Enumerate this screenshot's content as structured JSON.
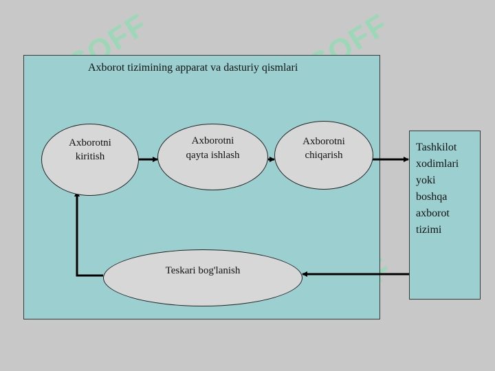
{
  "system": {
    "title": "Axborot tizimining apparat va dasturiy qismlari"
  },
  "nodes": {
    "input": {
      "line1": "Axborotni",
      "line2": "kiritish"
    },
    "processing": {
      "line1": "Axborotni",
      "line2": "qayta ishlash"
    },
    "output": {
      "line1": "Axborotni",
      "line2": "chiqarish"
    },
    "feedback": {
      "label": "Teskari bog'lanish"
    }
  },
  "external": {
    "label": "Tashkilot\nxodimlari\nyoki\nboshqa\naxborot\ntizimi"
  },
  "watermark": {
    "text": "SOFF"
  },
  "colors": {
    "page_background": "#c8c8c8",
    "box_fill": "#9ccfd0",
    "ellipse_fill": "#d7d7d7",
    "watermark": "#78e6aa"
  }
}
